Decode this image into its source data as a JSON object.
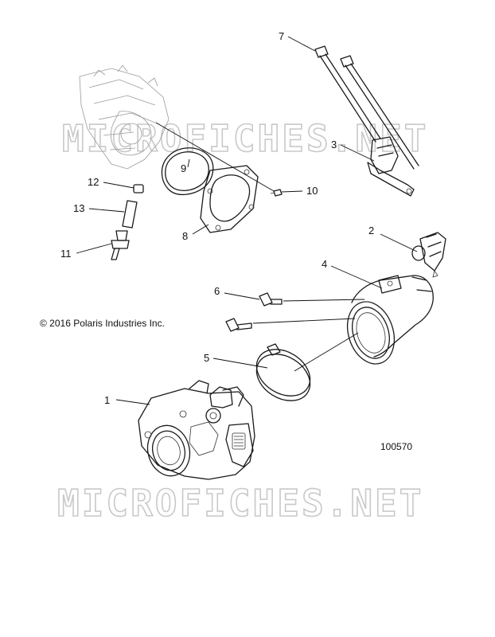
{
  "watermark": {
    "text": "MICROFICHES.NET"
  },
  "copyright": "© 2016 Polaris Industries Inc.",
  "document_number": "100570",
  "callouts": [
    "1",
    "2",
    "3",
    "4",
    "5",
    "6",
    "7",
    "8",
    "9",
    "10",
    "11",
    "12",
    "13"
  ]
}
